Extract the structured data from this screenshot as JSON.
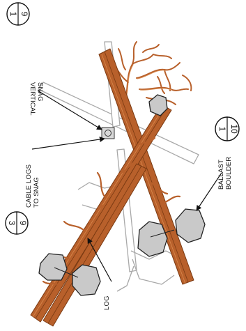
{
  "drawing": {
    "callouts": {
      "top_left": {
        "top": "1",
        "bottom": "9"
      },
      "mid_left": {
        "top": "3",
        "bottom": "9"
      },
      "right": {
        "top": "1",
        "bottom": "10"
      }
    },
    "labels": {
      "vertical_snag": [
        "VERTICAL",
        "SNAG"
      ],
      "cable_logs": [
        "CABLE LOGS",
        "TO SNAG"
      ],
      "ballast_boulder": [
        "BALLAST",
        "BOULDER"
      ],
      "log": "LOG"
    },
    "colors": {
      "log": "#b8602b",
      "log_edge": "#7a3a12",
      "log_highlight": "#d98a4e",
      "boulder_fill": "#c9c9c9",
      "boulder_stroke": "#222222",
      "snag_fill": "#ffffff",
      "snag_stroke": "#a8a8a8",
      "ink": "#111111"
    }
  }
}
